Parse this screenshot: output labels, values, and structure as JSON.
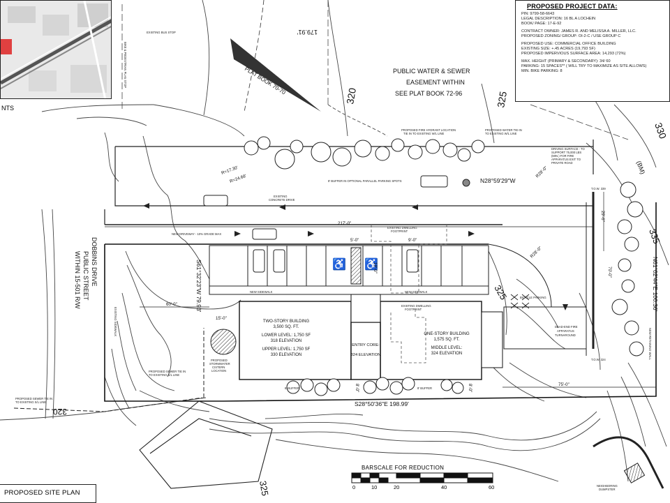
{
  "project_data": {
    "title": "PROPOSED PROJECT DATA:",
    "lines": [
      "PIN: 9799-58-6643",
      "LEGAL DESCRIPTION: 16 BL A LOCHEIN",
      "BOOK/ PAGE: 17-E-92",
      "",
      "CONTRACT OWNER: JAMES R. AND MELISSA A. MILLER, LLC.",
      "PROPOSED ZONING/ GROUP: OI-2-C / USE GROUP C",
      "",
      "PROPOSED USE: COMMERCIAL OFFICE BUILDING",
      "EXISTING SIZE: +.45 ACRES (19,793 SF)",
      "PROPOSED IMPERVIOUS SURFACE AREA: 14,293 (72%)",
      "",
      "MAX. HEIGHT (PRIMARY & SECONDARY): 34/ 60",
      "PARKING: 15 SPACES** ( WILL TRY TO MAXIMIZE AS SITE ALLOWS)",
      "MIN. BIKE PARKING: 8"
    ]
  },
  "sheet_title": "PROPOSED SITE PLAN",
  "inset_fragment": "NTS",
  "scale": {
    "label": "BARSCALE FOR REDUCTION",
    "ticks": [
      "0",
      "10",
      "20",
      "40",
      "60"
    ]
  },
  "easement": [
    "PUBLIC WATER & SEWER",
    "EASEMENT WITHIN",
    "SEE PLAT BOOK 72-96"
  ],
  "plat_book": "PLAT BOOK 70-70",
  "street": [
    "DOBBINS DRIVE",
    "PUBLIC STREET",
    "WITHIN 15-501 R/W"
  ],
  "bearings": {
    "north": "N28°59'29\"W",
    "south": "S28°50'36\"E 198.99'",
    "west": "S61°32'23\"W 79.93'",
    "east": "N61°02'44\"E 100.36'",
    "top": "179.91'"
  },
  "contours": [
    "320",
    "325",
    "330",
    "325",
    "335",
    "325",
    "320"
  ],
  "buildings": {
    "two_story": [
      "TWO-STORY BUILDING",
      "3,500 SQ. FT.",
      "",
      "LOWER LEVEL: 1,750 SF",
      "318 ELEVATION",
      "",
      "UPPER LEVEL: 1,750 SF",
      "330 ELEVATION"
    ],
    "one_story": [
      "ONE-STORY BUILDING",
      "1,575 SQ. FT.",
      "",
      "MIDDLE LEVEL:",
      "324 ELEVATION"
    ],
    "core": [
      "ENTRY CORE:",
      "324 ELEVATION"
    ]
  },
  "notes": {
    "bus_stop": "EXISTING BUS STOP",
    "fire_hydrant": [
      "PROPOSED FIRE HYDRANT LOCATION",
      "TIE IN TO EXISTING W/L LINE"
    ],
    "water_tie": [
      "PROPOSED WATER TIE-IN",
      "TO EXISTING W/L LINE"
    ],
    "drive_surface": [
      "DRIVING SURFACE - TO",
      "SUPPORT 75,000 LBS",
      "(MIN.) FOR FIRE",
      "APPARATUS EXIT TO",
      "PRIVATE ROAD"
    ],
    "buffer_parallel": "8' BUFFER IN OPTIONAL PARALLEL PARKING SPOTS",
    "concrete_drive": [
      "EXISTING",
      "CONCRETE DRIVE"
    ],
    "driveway": "NEW DRIVEWAY - 10% GRADE MAX",
    "existing_dwelling": [
      "EXISTING DWELLING",
      "FOOTPRINT"
    ],
    "dwelling_footprint": [
      "EXISTING DWELLING",
      "FOOTPRINT"
    ],
    "sidewalk_a": "NEW SIDEWALK",
    "sidewalk_b": "NEW SIDEWALK",
    "bike": "BICYCLE PARKING",
    "turnaround": [
      "DEAD-END FIRE",
      "APPARATUS",
      "TURNAROUND"
    ],
    "stormwater": [
      "PROPOSED",
      "STORMWATER",
      "CISTERN",
      "LOCATION"
    ],
    "sewer_tie": [
      "PROPOSED SEWER TIE IN",
      "TO EXISTING S/L LINE"
    ],
    "sewer_tie_left": [
      "PROPOSED SEWER TIE IN",
      "TO EXISTING S/L LINE"
    ],
    "buffer_a": "8' BUFFER",
    "buffer_b": "8' BUFFER",
    "dumpster": [
      "NEIGHBORING",
      "DUMPSTER"
    ],
    "existing_sidewalk": "EXISTING SIDEWALK",
    "bike_lane": "BIKE & PEDESTRIAN PLAN STOP",
    "retaining": "NEW RETAINING WALL",
    "tow_a": "T.O.W. 339",
    "tow_b": "T.O.W. 324",
    "bm": "(BM)"
  },
  "dims": {
    "d217": "217'-0\"",
    "d60": "60'-0\"",
    "d75": "75'-0\"",
    "d15": "15'-0\"",
    "d5": "5'-0\"",
    "d9": "9'-0\"",
    "d18": "18'-0\"",
    "d8a": "8'-0\"",
    "d8b": "8'-0\"",
    "d29": "29'-6\"",
    "d70": "70'-0\"",
    "r28a": "R28'-0\"",
    "r28b": "R28'-0\"",
    "arc_a": "R=17.30'",
    "arc_b": "R=24.68'"
  }
}
